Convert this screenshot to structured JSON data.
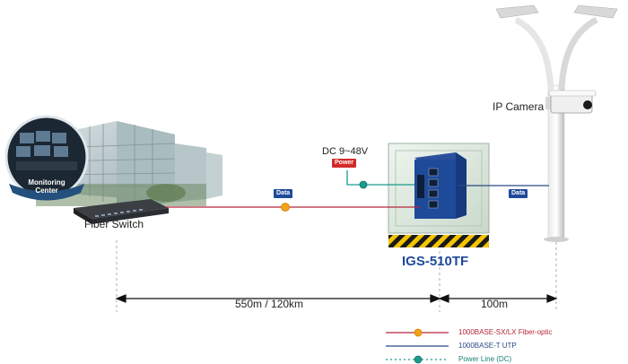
{
  "diagram": {
    "monitoring_center": "Monitoring Center",
    "fiber_switch": "Fiber Switch",
    "ip_camera": "IP Camera",
    "dc_input": "DC 9~48V",
    "power_tag": "Power",
    "data_tag_fiber": "Data",
    "data_tag_utp": "Data",
    "product_name": "IGS-510TF",
    "distance_fiber": "550m / 120km",
    "distance_utp": "100m"
  },
  "legend": {
    "fiber": "1000BASE-SX/LX Fiber-optic",
    "utp": "1000BASE-T UTP",
    "power": "Power Line (DC)"
  },
  "colors": {
    "fiber": "#b5263a",
    "utp": "#2a4a85",
    "power": "#1a9b8c",
    "product": "#1e4a9a",
    "power_tag": "#d42a2a",
    "data_tag": "#1e4a9a"
  }
}
